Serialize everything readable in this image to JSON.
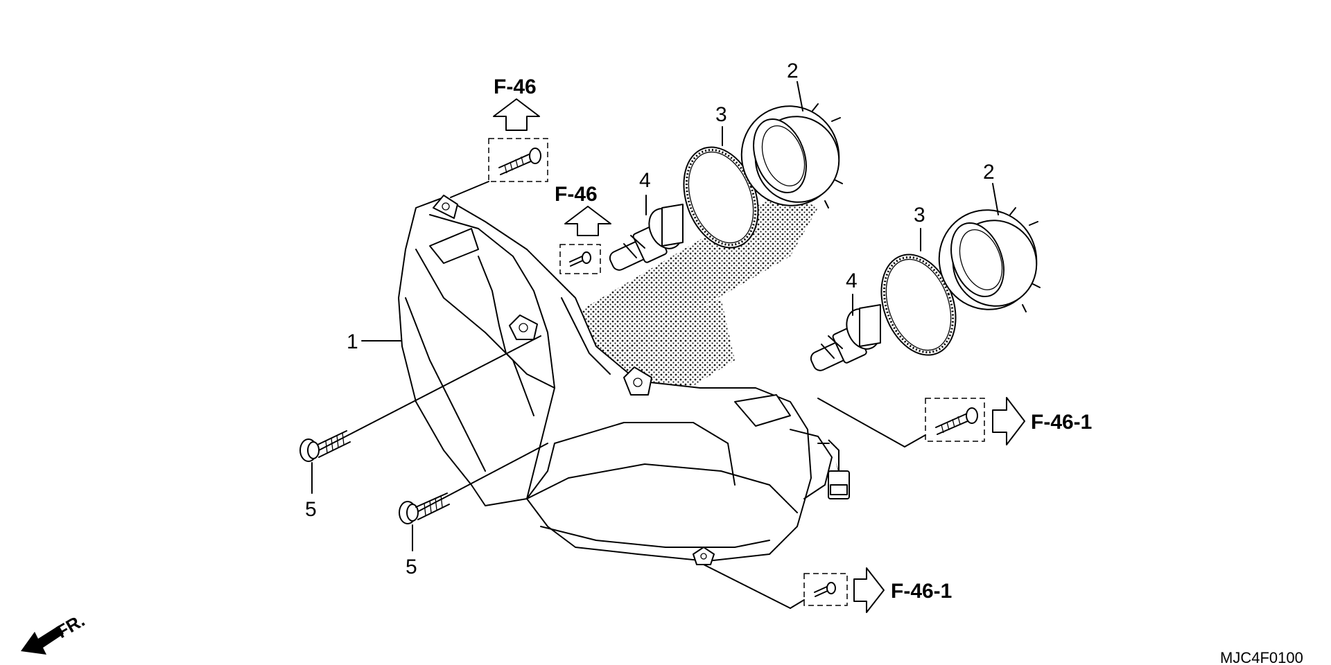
{
  "callouts": {
    "headlight_assy": "1",
    "socket_cover_upper": "2",
    "socket_cover_lower": "2",
    "seal_ring_upper": "3",
    "seal_ring_lower": "3",
    "bulb_upper": "4",
    "bulb_lower": "4",
    "bolt_left_upper": "5",
    "bolt_left_lower": "5"
  },
  "references": {
    "upper_bolt_ref": "F-46",
    "upper_screw_ref": "F-46",
    "right_bolt_ref": "F-46-1",
    "bottom_screw_ref": "F-46-1"
  },
  "front_indicator": "FR.",
  "diagram_code": "MJC4F0100",
  "colors": {
    "line": "#000000",
    "background": "#ffffff"
  },
  "icons": [
    "front-direction-arrow-icon",
    "reference-arrow-up-icon",
    "reference-arrow-right-icon",
    "dotted-shade-pattern"
  ]
}
